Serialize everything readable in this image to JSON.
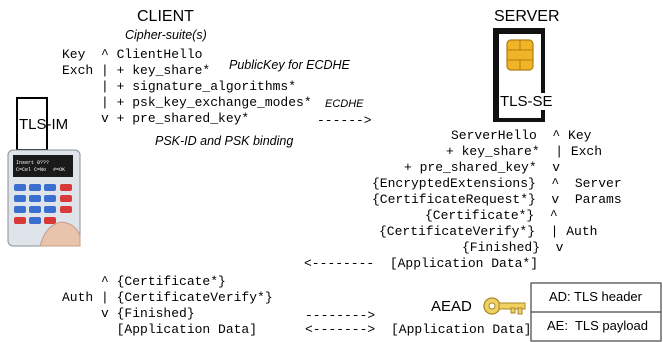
{
  "headers": {
    "client": "CLIENT",
    "server": "SERVER"
  },
  "annotations": {
    "cipher_suites": "Cipher-suite(s)",
    "publickey": "PublicKey for ECDHE",
    "ecdhe": "ECDHE",
    "psk_binding": "PSK-ID and PSK binding"
  },
  "devices": {
    "tls_im_label": "TLS-IM",
    "tls_se_label": "TLS-SE",
    "phone_screen_line1": "Insert 0???",
    "phone_screen_line2": "C=Cel C=No",
    "phone_screen_line3": "#=OK",
    "aead_label": "AEAD"
  },
  "client_flight": [
    "Key  ^ ClientHello",
    "Exch | + key_share*",
    "     | + signature_algorithms*",
    "     | + psk_key_exchange_modes*",
    "     v + pre_shared_key*"
  ],
  "client_arrow": "------>",
  "server_flight": [
    "ServerHello  ^ Key",
    "+ key_share*  | Exch",
    "+ pre_shared_key*  v",
    "{EncryptedExtensions}  ^  Server",
    "{CertificateRequest*}  v  Params",
    "{Certificate*}  ^",
    "{CertificateVerify*}  | Auth",
    "{Finished}  v",
    "<--------  [Application Data*]"
  ],
  "client_auth": [
    "     ^ {Certificate*}",
    "Auth | {CertificateVerify*}",
    "     v {Finished}",
    "       [Application Data]"
  ],
  "bottom_arrows": {
    "finished_arrow": "-------->",
    "appdata_arrow": "<------->",
    "server_appdata": "[Application Data]"
  },
  "aead_box": {
    "ad": "AD: TLS header",
    "ae": "AE:  TLS payload"
  },
  "colors": {
    "chip_gold": "#f0b428",
    "key_gold": "#f0d060",
    "phone_body": "#dfe3ea",
    "phone_keys_blue": "#3a6fd0",
    "phone_keys_red": "#d83a3a"
  }
}
